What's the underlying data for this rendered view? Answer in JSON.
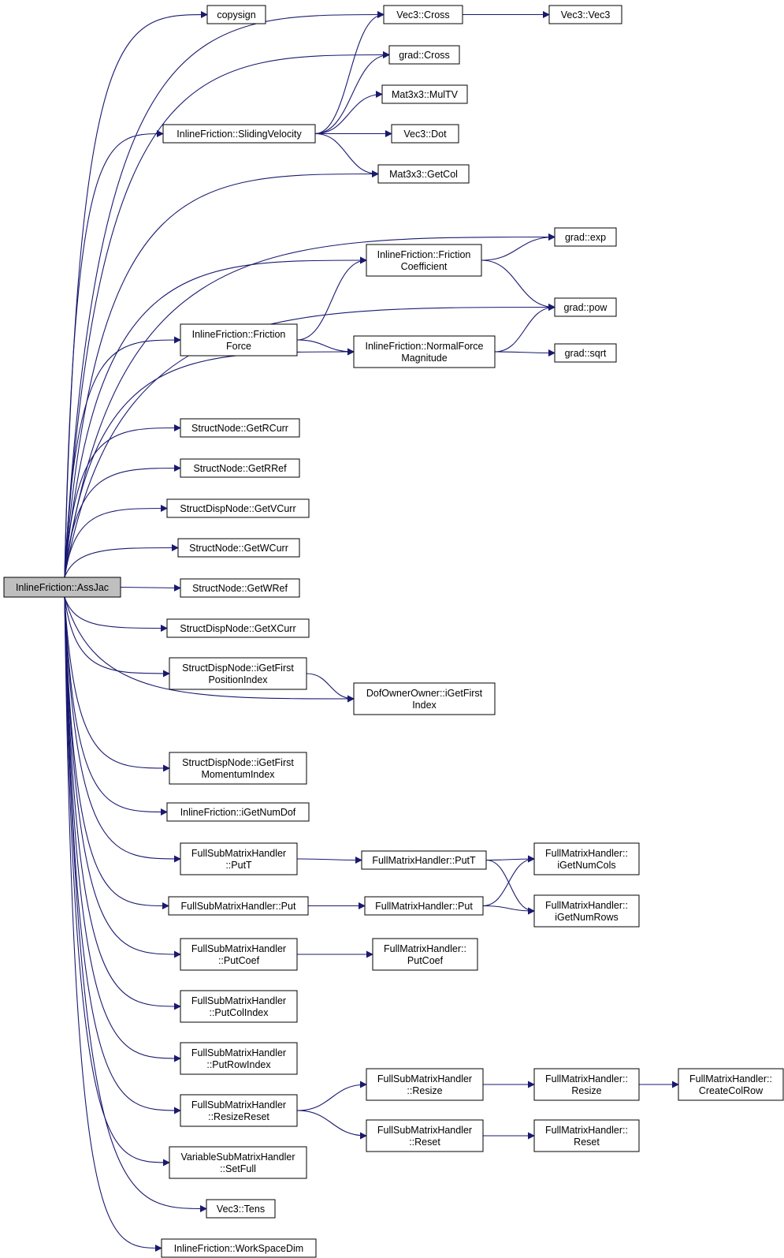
{
  "root": "InlineFriction::AssJac",
  "nodes": [
    {
      "id": "assjac",
      "lines": [
        "InlineFriction::AssJac"
      ],
      "root": true
    },
    {
      "id": "copysign",
      "lines": [
        "copysign"
      ]
    },
    {
      "id": "vec3cross",
      "lines": [
        "Vec3::Cross"
      ]
    },
    {
      "id": "vec3vec3",
      "lines": [
        "Vec3::Vec3"
      ]
    },
    {
      "id": "gradcross",
      "lines": [
        "grad::Cross"
      ]
    },
    {
      "id": "multv",
      "lines": [
        "Mat3x3::MulTV"
      ]
    },
    {
      "id": "sliding",
      "lines": [
        "InlineFriction::SlidingVelocity"
      ]
    },
    {
      "id": "dot",
      "lines": [
        "Vec3::Dot"
      ]
    },
    {
      "id": "getcol",
      "lines": [
        "Mat3x3::GetCol"
      ]
    },
    {
      "id": "exp",
      "lines": [
        "grad::exp"
      ]
    },
    {
      "id": "fcoef",
      "lines": [
        "InlineFriction::Friction",
        "Coefficient"
      ]
    },
    {
      "id": "pow",
      "lines": [
        "grad::pow"
      ]
    },
    {
      "id": "fforce",
      "lines": [
        "InlineFriction::Friction",
        "Force"
      ]
    },
    {
      "id": "nforce",
      "lines": [
        "InlineFriction::NormalForce",
        "Magnitude"
      ]
    },
    {
      "id": "sqrt",
      "lines": [
        "grad::sqrt"
      ]
    },
    {
      "id": "getrcurr",
      "lines": [
        "StructNode::GetRCurr"
      ]
    },
    {
      "id": "getrref",
      "lines": [
        "StructNode::GetRRef"
      ]
    },
    {
      "id": "getvcurr",
      "lines": [
        "StructDispNode::GetVCurr"
      ]
    },
    {
      "id": "getwcurr",
      "lines": [
        "StructNode::GetWCurr"
      ]
    },
    {
      "id": "getwref",
      "lines": [
        "StructNode::GetWRef"
      ]
    },
    {
      "id": "getxcurr",
      "lines": [
        "StructDispNode::GetXCurr"
      ]
    },
    {
      "id": "posidx",
      "lines": [
        "StructDispNode::iGetFirst",
        "PositionIndex"
      ]
    },
    {
      "id": "dofidx",
      "lines": [
        "DofOwnerOwner::iGetFirst",
        "Index"
      ]
    },
    {
      "id": "momidx",
      "lines": [
        "StructDispNode::iGetFirst",
        "MomentumIndex"
      ]
    },
    {
      "id": "numdof",
      "lines": [
        "InlineFriction::iGetNumDof"
      ]
    },
    {
      "id": "subputt",
      "lines": [
        "FullSubMatrixHandler",
        "::PutT"
      ]
    },
    {
      "id": "fullputt",
      "lines": [
        "FullMatrixHandler::PutT"
      ]
    },
    {
      "id": "numcols",
      "lines": [
        "FullMatrixHandler::",
        "iGetNumCols"
      ]
    },
    {
      "id": "subput",
      "lines": [
        "FullSubMatrixHandler::Put"
      ]
    },
    {
      "id": "fullput",
      "lines": [
        "FullMatrixHandler::Put"
      ]
    },
    {
      "id": "numrows",
      "lines": [
        "FullMatrixHandler::",
        "iGetNumRows"
      ]
    },
    {
      "id": "subputcoef",
      "lines": [
        "FullSubMatrixHandler",
        "::PutCoef"
      ]
    },
    {
      "id": "fullputcoef",
      "lines": [
        "FullMatrixHandler::",
        "PutCoef"
      ]
    },
    {
      "id": "putcolindex",
      "lines": [
        "FullSubMatrixHandler",
        "::PutColIndex"
      ]
    },
    {
      "id": "putrowindex",
      "lines": [
        "FullSubMatrixHandler",
        "::PutRowIndex"
      ]
    },
    {
      "id": "resizereset",
      "lines": [
        "FullSubMatrixHandler",
        "::ResizeReset"
      ]
    },
    {
      "id": "subresize",
      "lines": [
        "FullSubMatrixHandler",
        "::Resize"
      ]
    },
    {
      "id": "fullresize",
      "lines": [
        "FullMatrixHandler::",
        "Resize"
      ]
    },
    {
      "id": "createcolrow",
      "lines": [
        "FullMatrixHandler::",
        "CreateColRow"
      ]
    },
    {
      "id": "subreset",
      "lines": [
        "FullSubMatrixHandler",
        "::Reset"
      ]
    },
    {
      "id": "fullreset",
      "lines": [
        "FullMatrixHandler::",
        "Reset"
      ]
    },
    {
      "id": "setfull",
      "lines": [
        "VariableSubMatrixHandler",
        "::SetFull"
      ]
    },
    {
      "id": "tens",
      "lines": [
        "Vec3::Tens"
      ]
    },
    {
      "id": "wsdim",
      "lines": [
        "InlineFriction::WorkSpaceDim"
      ]
    }
  ],
  "edges": [
    [
      "assjac",
      "copysign"
    ],
    [
      "assjac",
      "vec3cross"
    ],
    [
      "assjac",
      "gradcross"
    ],
    [
      "assjac",
      "sliding"
    ],
    [
      "assjac",
      "getcol"
    ],
    [
      "assjac",
      "exp"
    ],
    [
      "assjac",
      "fcoef"
    ],
    [
      "assjac",
      "pow"
    ],
    [
      "assjac",
      "fforce"
    ],
    [
      "assjac",
      "nforce"
    ],
    [
      "assjac",
      "getrcurr"
    ],
    [
      "assjac",
      "getrref"
    ],
    [
      "assjac",
      "getvcurr"
    ],
    [
      "assjac",
      "getwcurr"
    ],
    [
      "assjac",
      "getwref"
    ],
    [
      "assjac",
      "getxcurr"
    ],
    [
      "assjac",
      "posidx"
    ],
    [
      "assjac",
      "dofidx"
    ],
    [
      "assjac",
      "momidx"
    ],
    [
      "assjac",
      "numdof"
    ],
    [
      "assjac",
      "subputt"
    ],
    [
      "assjac",
      "subput"
    ],
    [
      "assjac",
      "subputcoef"
    ],
    [
      "assjac",
      "putcolindex"
    ],
    [
      "assjac",
      "putrowindex"
    ],
    [
      "assjac",
      "resizereset"
    ],
    [
      "assjac",
      "setfull"
    ],
    [
      "assjac",
      "tens"
    ],
    [
      "assjac",
      "wsdim"
    ],
    [
      "vec3cross",
      "vec3vec3"
    ],
    [
      "sliding",
      "vec3cross"
    ],
    [
      "sliding",
      "gradcross"
    ],
    [
      "sliding",
      "multv"
    ],
    [
      "sliding",
      "dot"
    ],
    [
      "sliding",
      "getcol"
    ],
    [
      "fcoef",
      "exp"
    ],
    [
      "fcoef",
      "pow"
    ],
    [
      "fforce",
      "fcoef"
    ],
    [
      "fforce",
      "nforce"
    ],
    [
      "nforce",
      "pow"
    ],
    [
      "nforce",
      "sqrt"
    ],
    [
      "posidx",
      "dofidx"
    ],
    [
      "subputt",
      "fullputt"
    ],
    [
      "fullputt",
      "numcols"
    ],
    [
      "fullputt",
      "numrows"
    ],
    [
      "subput",
      "fullput"
    ],
    [
      "fullput",
      "numcols"
    ],
    [
      "fullput",
      "numrows"
    ],
    [
      "subputcoef",
      "fullputcoef"
    ],
    [
      "resizereset",
      "subresize"
    ],
    [
      "resizereset",
      "subreset"
    ],
    [
      "subresize",
      "fullresize"
    ],
    [
      "fullresize",
      "createcolrow"
    ],
    [
      "subreset",
      "fullreset"
    ]
  ]
}
